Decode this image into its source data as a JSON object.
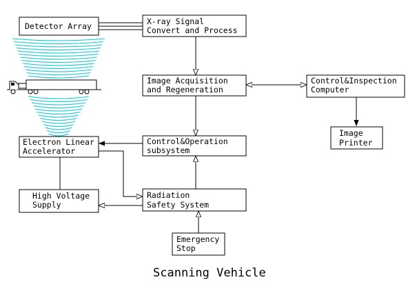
{
  "boxes": {
    "detector_array": {
      "lines": [
        "Detector Array"
      ]
    },
    "xray_signal": {
      "lines": [
        "X-ray Signal",
        "Convert and Process"
      ]
    },
    "image_acquisition": {
      "lines": [
        "Image Acquisition",
        "and Regeneration"
      ]
    },
    "control_inspection": {
      "lines": [
        "Control&Inspection",
        "Computer"
      ]
    },
    "image_printer": {
      "lines": [
        "Image",
        "Printer"
      ]
    },
    "electron_accelerator": {
      "lines": [
        "Electron Linear",
        "Accelerator"
      ]
    },
    "control_operation": {
      "lines": [
        "Control&Operation",
        "subsystem"
      ]
    },
    "high_voltage": {
      "lines": [
        "High Voltage",
        "Supply"
      ]
    },
    "radiation_safety": {
      "lines": [
        "Radiation",
        "Safety System"
      ]
    },
    "emergency_stop": {
      "lines": [
        "Emergency",
        "Stop"
      ]
    }
  },
  "caption": "Scanning Vehicle",
  "colors": {
    "radiation_waves": "#00c8d8",
    "lines": "#000000"
  },
  "icons": {
    "vehicle": "truck-icon"
  }
}
